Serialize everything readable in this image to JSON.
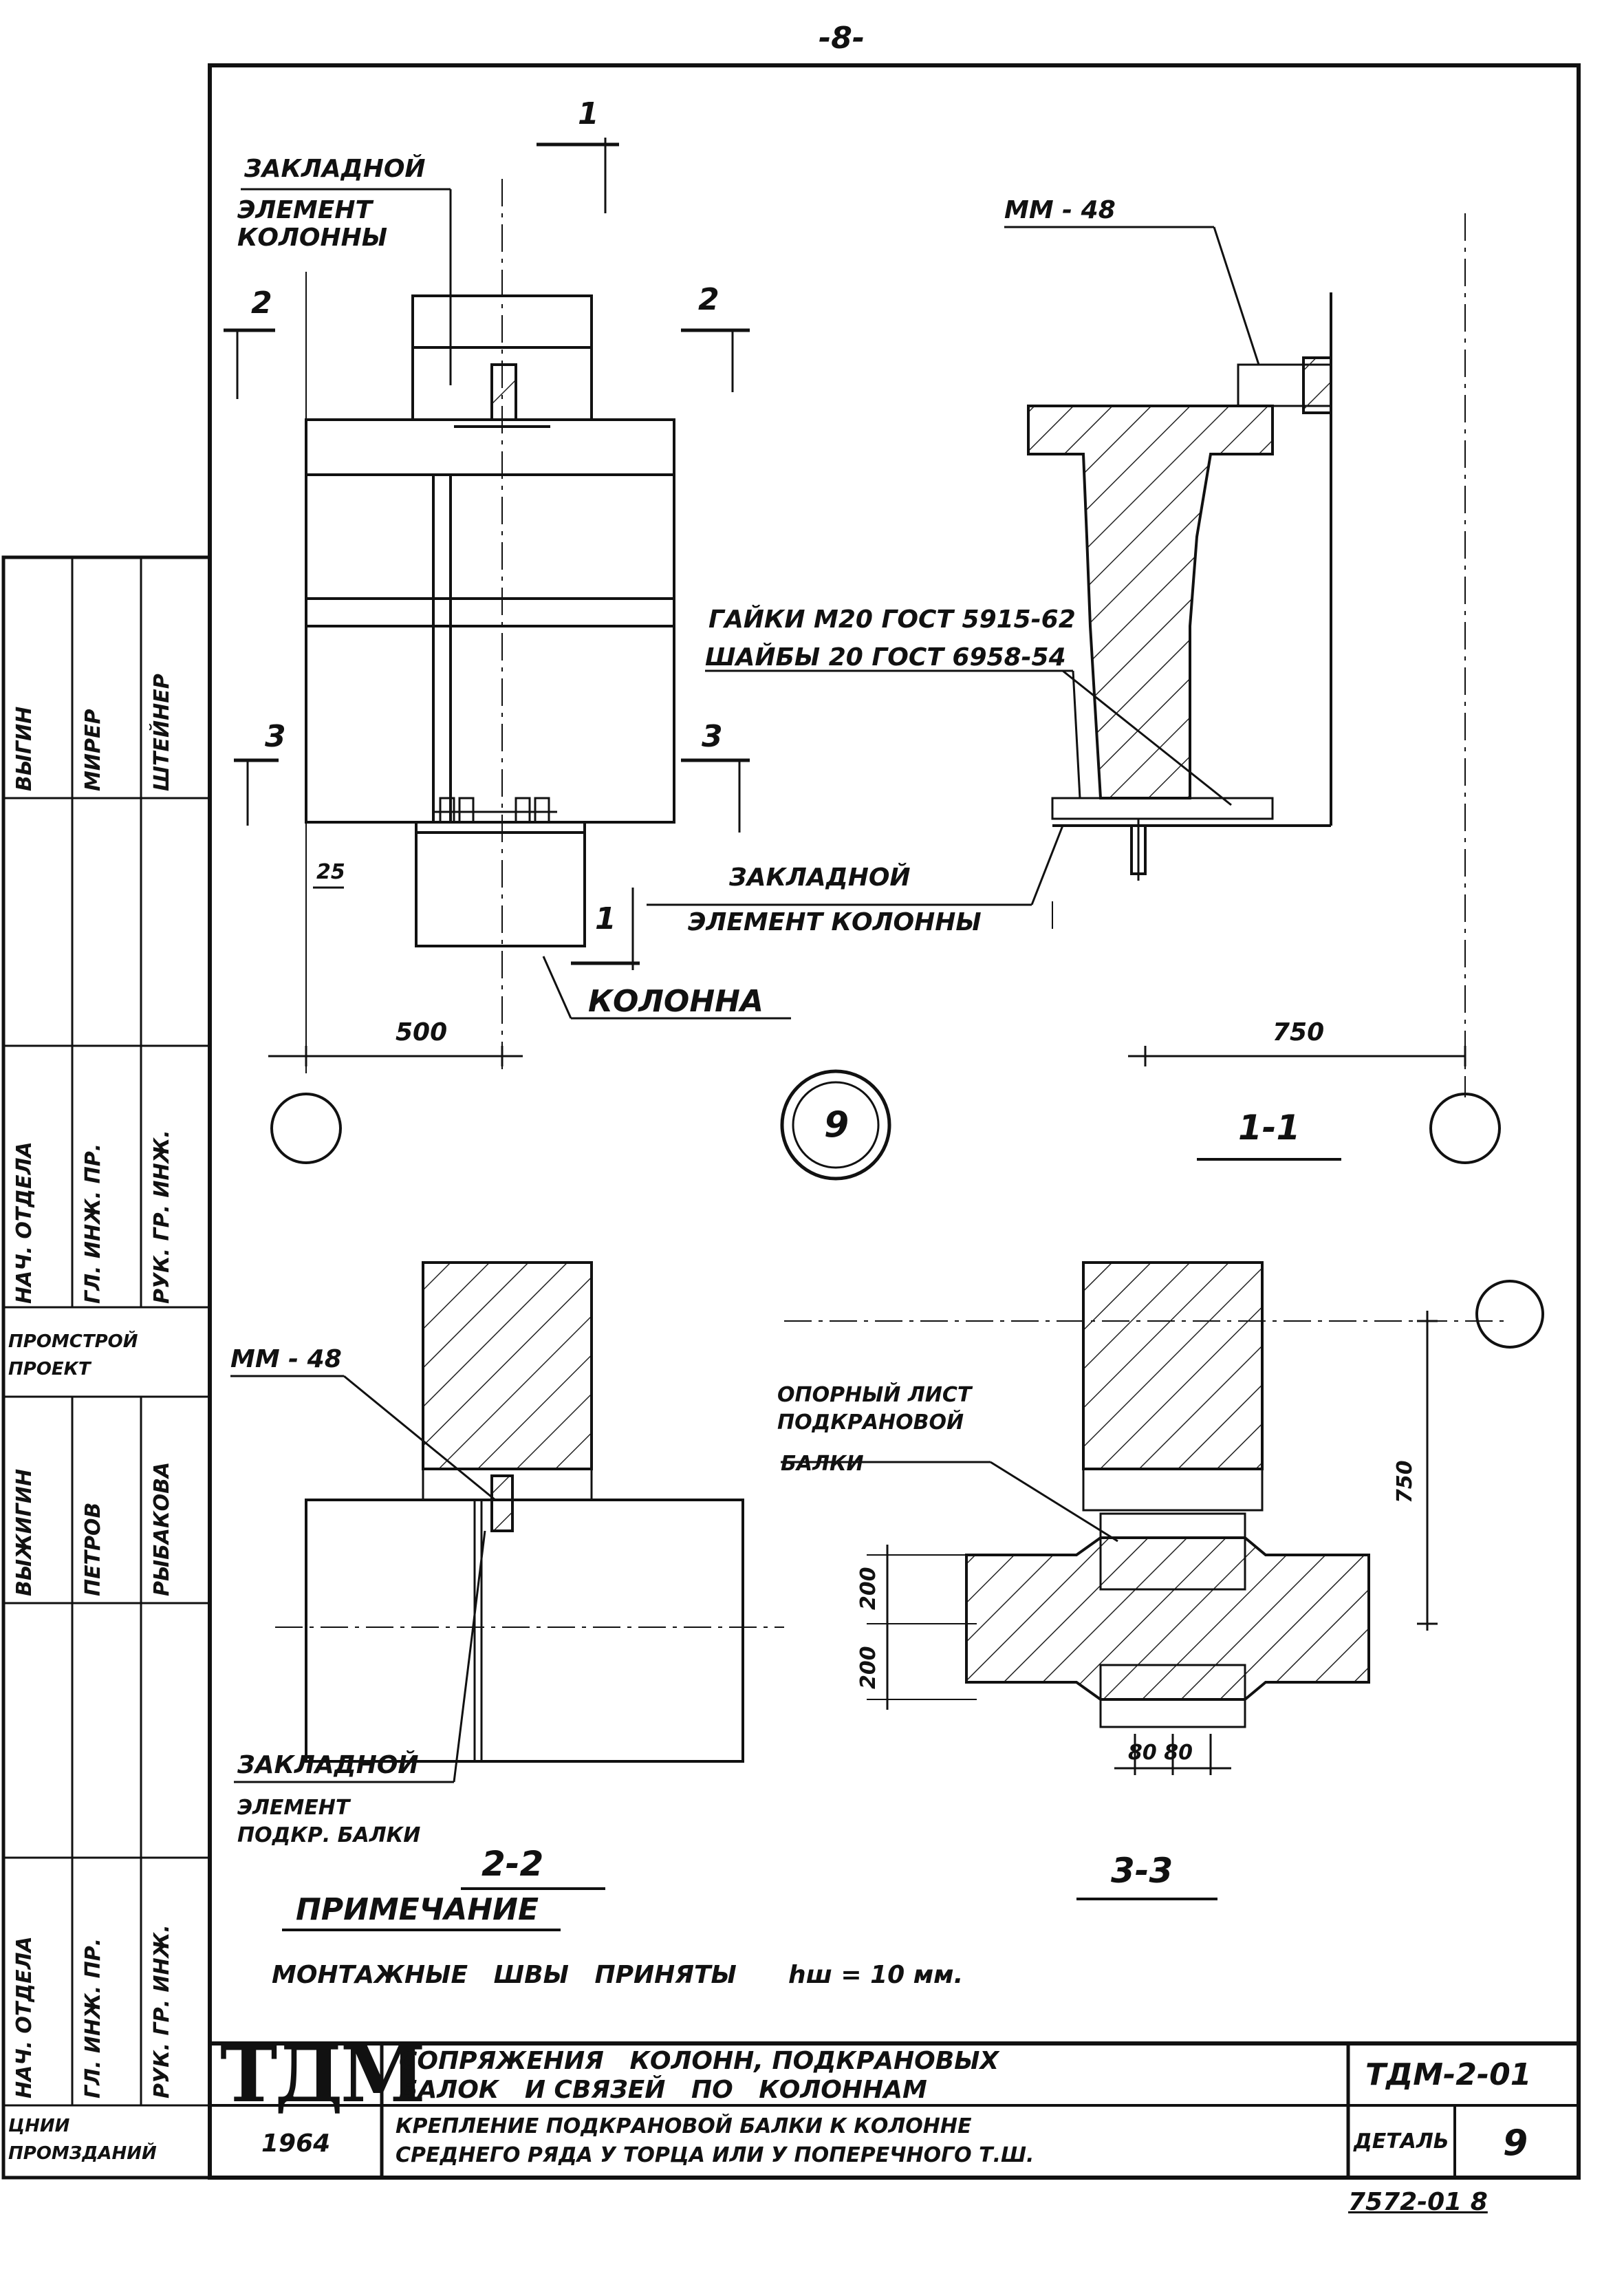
{
  "page_number": "-8-",
  "views": {
    "main_view": {
      "callout_embed": [
        "ЗАКЛАДНОЙ",
        "ЭЛЕМЕНТ",
        "КОЛОННЫ"
      ],
      "cut_1": "1",
      "cut_2": "2",
      "cut_3": "3",
      "dim_25": "25",
      "dim_500": "500",
      "column_label": "КОЛОННА"
    },
    "section_1_1": {
      "weld_label": "ММ - 48",
      "nuts": "ГАЙКИ М20 ГОСТ 5915-62",
      "washers": "ШАЙБЫ 20 ГОСТ 6958-54",
      "embed": [
        "ЗАКЛАДНОЙ",
        "ЭЛЕМЕНТ КОЛОННЫ"
      ],
      "dim_750": "750",
      "title": "1-1"
    },
    "detail_mark": "9",
    "section_2_2": {
      "weld_label": "ММ - 48",
      "embed": [
        "ЗАКЛАДНОЙ",
        "ЭЛЕМЕНТ",
        "ПОДКР. БАЛКИ"
      ],
      "title": "2-2"
    },
    "section_3_3": {
      "plate": [
        "ОПОРНЫЙ ЛИСТ",
        "ПОДКРАНОВОЙ",
        "БАЛКИ"
      ],
      "dim_750": "750",
      "dim_200_top": "200",
      "dim_200_bottom": "200",
      "dim_80_80": "80 80",
      "title": "3-3"
    }
  },
  "note": {
    "heading": "ПРИМЕЧАНИЕ",
    "text": "МОНТАЖНЫЕ   ШВЫ   ПРИНЯТЫ      hш = 10 мм."
  },
  "side_stamp": {
    "org_top": "ЦНИИ ПРОМЗДАНИЙ",
    "institute": "ПРОМСТРОЙ ПРОЕКТ",
    "roles_lower": [
      "НАЧ. ОТДЕЛА",
      "ГЛ. ИНЖ. ПР.",
      "РУК. ГР. ИНЖ."
    ],
    "names_lower": [
      "ВЫЖИГИН",
      "ПЕТРОВ",
      "РЫБАКОВА"
    ],
    "roles_upper": [
      "НАЧ. ОТДЕЛА",
      "ГЛ. ИНЖ. ПР.",
      "РУК. ГР. ИНЖ."
    ],
    "names_upper": [
      "ВЫГИН",
      "МИРЕР",
      "ШТЕЙНЕР"
    ]
  },
  "title_block": {
    "logo": "ТДМ",
    "year": "1964",
    "series_title": "СОПРЯЖЕНИЯ   КОЛОНН, ПОДКРАНОВЫХ\nБАЛОК   И СВЯЗЕЙ   ПО   КОЛОННАМ",
    "sheet_title": "КРЕПЛЕНИЕ ПОДКРАНОВОЙ БАЛКИ К КОЛОННЕ\nСРЕДНЕГО РЯДА У ТОРЦА ИЛИ У ПОПЕРЕЧНОГО Т.Ш.",
    "code": "ТДМ-2-01",
    "detail_label": "ДЕТАЛЬ",
    "detail_no": "9"
  },
  "sheet_id": "7572-01 8"
}
